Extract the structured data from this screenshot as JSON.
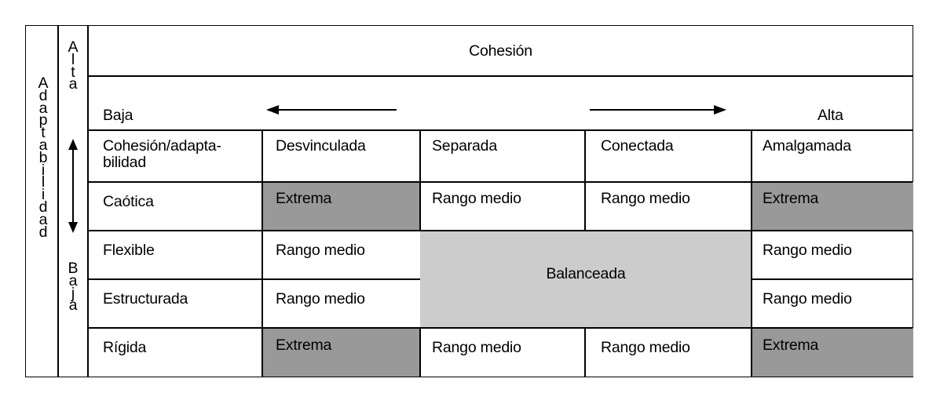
{
  "axis": {
    "adaptabilidad": "Adaptabilidad",
    "adapt_alta": "Alta",
    "adapt_baja": "Baja"
  },
  "header": {
    "title": "Cohesión",
    "low": "Baja",
    "high": "Alta"
  },
  "columns": [
    "Cohesión/adapta-\nbilidad",
    "Desvinculada",
    "Separada",
    "Conectada",
    "Amalgamada"
  ],
  "rows": [
    {
      "label": "Caótica",
      "cells": [
        "Extrema",
        "Rango medio",
        "Rango medio",
        "Extrema"
      ]
    },
    {
      "label": "Flexible",
      "cells": [
        "Rango medio",
        "",
        "",
        "Rango medio"
      ]
    },
    {
      "label": "Estructurada",
      "cells": [
        "Rango medio",
        "",
        "",
        "Rango medio"
      ]
    },
    {
      "label": "Rígida",
      "cells": [
        "Extrema",
        "Rango medio",
        "Rango medio",
        "Extrema"
      ]
    }
  ],
  "balanced": "Balanceada",
  "colors": {
    "extrema": "#999999",
    "balanceada": "#cccccc",
    "border": "#000000"
  }
}
